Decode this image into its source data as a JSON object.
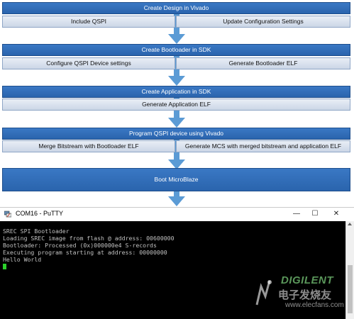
{
  "flow": {
    "steps": [
      {
        "title": "Create Design in Vivado",
        "subs": [
          "Include QSPI",
          "Update Configuration Settings"
        ]
      },
      {
        "title": "Create Bootloader in SDK",
        "subs": [
          "Configure QSPI Device settings",
          "Generate Bootloader ELF"
        ]
      },
      {
        "title": "Create Application in SDK",
        "subs": [
          "Generate Application ELF"
        ]
      },
      {
        "title": "Program QSPI device using Vivado",
        "subs": [
          "Merge Bitstream with Bootloader ELF",
          "Generate MCS with merged bitstream and application ELF"
        ]
      }
    ],
    "final_step": "Boot MicroBlaze"
  },
  "putty": {
    "title": "COM16 - PuTTY",
    "minimize_icon": "—",
    "maximize_icon": "☐",
    "close_icon": "✕",
    "lines": [
      "SREC SPI Bootloader",
      "Loading SREC image from flash @ address: 00600000",
      "Bootloader: Processed (0x)000000e4 S-records",
      "Executing program starting at address: 00000000",
      "Hello World"
    ]
  },
  "watermark": {
    "brand": "DIGILENT",
    "cn": "电子发烧友",
    "url": "www.elecfans.com"
  },
  "colors": {
    "step_header": "#2d6ab3",
    "sub_step": "#dbe3ef",
    "terminal_bg": "#000000",
    "terminal_text": "#c0c0c0",
    "cursor": "#2bd12b"
  }
}
